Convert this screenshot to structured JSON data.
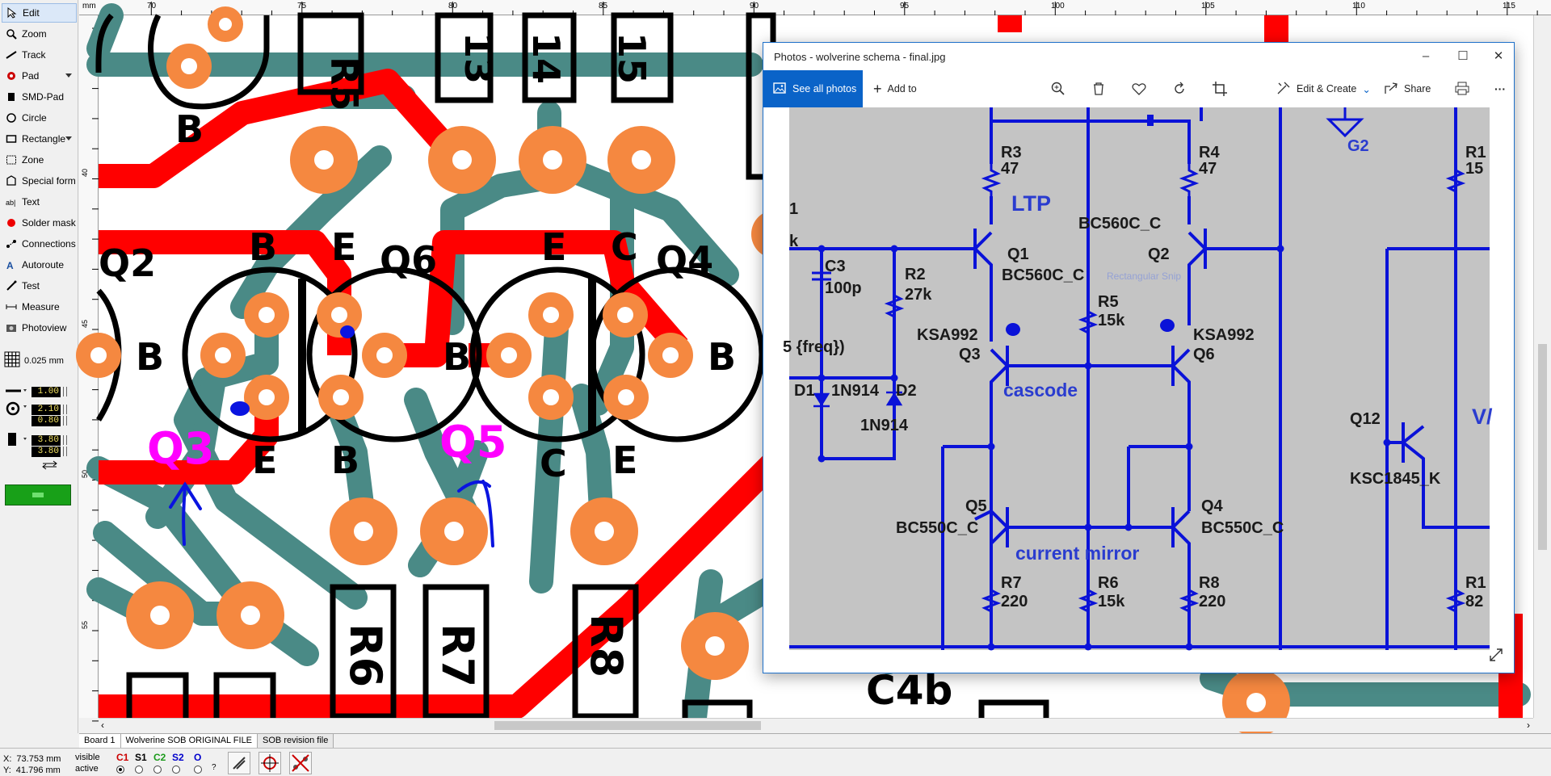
{
  "toolbar": {
    "tools": [
      {
        "label": "Edit",
        "icon": "cursor-icon",
        "active": true
      },
      {
        "label": "Zoom",
        "icon": "zoom-icon"
      },
      {
        "label": "Track",
        "icon": "track-icon"
      },
      {
        "label": "Pad",
        "icon": "pad-icon",
        "dropdown": true
      },
      {
        "label": "SMD-Pad",
        "icon": "smd-pad-icon"
      },
      {
        "label": "Circle",
        "icon": "circle-icon"
      },
      {
        "label": "Rectangle",
        "icon": "rectangle-icon",
        "dropdown": true
      },
      {
        "label": "Zone",
        "icon": "zone-icon"
      },
      {
        "label": "Special form",
        "icon": "special-form-icon"
      },
      {
        "label": "Text",
        "icon": "text-icon"
      },
      {
        "label": "Solder mask",
        "icon": "solder-mask-icon"
      },
      {
        "label": "Connections",
        "icon": "connections-icon"
      },
      {
        "label": "Autoroute",
        "icon": "autoroute-icon"
      },
      {
        "label": "Test",
        "icon": "test-icon"
      },
      {
        "label": "Measure",
        "icon": "measure-icon"
      },
      {
        "label": "Photoview",
        "icon": "photoview-icon"
      }
    ],
    "grid": "0.025 mm",
    "track_width": "1.00",
    "pad_outer": "2.10",
    "pad_inner": "0.80",
    "smd_w": "3.80",
    "smd_h": "3.80"
  },
  "ruler": {
    "unit": "mm",
    "top_labels": [
      "70",
      "75",
      "80",
      "85",
      "90",
      "95",
      "100",
      "105",
      "110",
      "115"
    ],
    "left_labels": [
      "40",
      "45",
      "50",
      "55"
    ]
  },
  "pcb": {
    "labels": {
      "b_top": "B",
      "q2": "Q2",
      "b_left": "B",
      "b_mid1": "B",
      "e_mid1": "E",
      "q6": "Q6",
      "e_mid2": "E",
      "c_mid2": "C",
      "q4": "Q4",
      "b_center": "B",
      "b_right": "B",
      "e_low1": "E",
      "b_low1": "B",
      "c_low2": "C",
      "e_low2": "E",
      "q3_marker": "Q3",
      "q5_marker": "Q5",
      "r5": "R5",
      "r13": "13",
      "r14": "14",
      "r15": "15",
      "r6": "R6",
      "r7": "R7",
      "r8": "R8",
      "c4b": "C4b"
    },
    "colors": {
      "track_red": "#ff0000",
      "track_teal": "#4a8a86",
      "pad": "#f58840",
      "silk": "#000000",
      "marker": "#ff00ff",
      "ink": "#0a14e0"
    }
  },
  "tabs": [
    "Board 1",
    "Wolverine SOB ORIGINAL FILE",
    "SOB revision file"
  ],
  "status": {
    "x_label": "X:",
    "x": "73.753 mm",
    "y_label": "Y:",
    "y": "41.796 mm",
    "visible": "visible",
    "active": "active",
    "layers": [
      {
        "name": "C1",
        "color": "#cc0000"
      },
      {
        "name": "S1",
        "color": "#000000"
      },
      {
        "name": "C2",
        "color": "#1a9a1a"
      },
      {
        "name": "S2",
        "color": "#0000cc"
      },
      {
        "name": "O",
        "color": "#0000cc"
      }
    ],
    "help": "?"
  },
  "photos": {
    "title": "Photos - wolverine schema - final.jpg",
    "see_all": "See all photos",
    "add_to": "Add to",
    "edit_create": "Edit & Create",
    "share": "Share",
    "more": "···",
    "schematic": {
      "r3": "R3",
      "r3v": "47",
      "r4": "R4",
      "r4v": "47",
      "ltp": "LTP",
      "bc560c_c_top": "BC560C_C",
      "q1": "Q1",
      "q2": "Q2",
      "bc560c_c": "BC560C_C",
      "rect_snip": "Rectangular Snip",
      "c3": "C3",
      "c3v": "100p",
      "r2": "R2",
      "r2v": "27k",
      "r5": "R5",
      "r5v": "15k",
      "ksa992_l": "KSA992",
      "ksa992_r": "KSA992",
      "q3": "Q3",
      "q6": "Q6",
      "freq": "5 {freq})",
      "cascode": "cascode",
      "d1": "D1",
      "n914_a": "1N914",
      "d2": "D2",
      "n914_b": "1N914",
      "q12": "Q12",
      "ksc1845": "KSC1845_K",
      "va": "V/",
      "q5": "Q5",
      "q4": "Q4",
      "bc550c_l": "BC550C_C",
      "bc550c_r": "BC550C_C",
      "current_mirror": "current mirror",
      "r7": "R7",
      "r7v": "220",
      "r6": "R6",
      "r6v": "15k",
      "r8": "R8",
      "r8v": "220",
      "g2": "G2",
      "r1a": "R1",
      "r1av": "15",
      "r1b": "R1",
      "r1bv": "82",
      "k_left": "k",
      "one_left": "1"
    }
  }
}
